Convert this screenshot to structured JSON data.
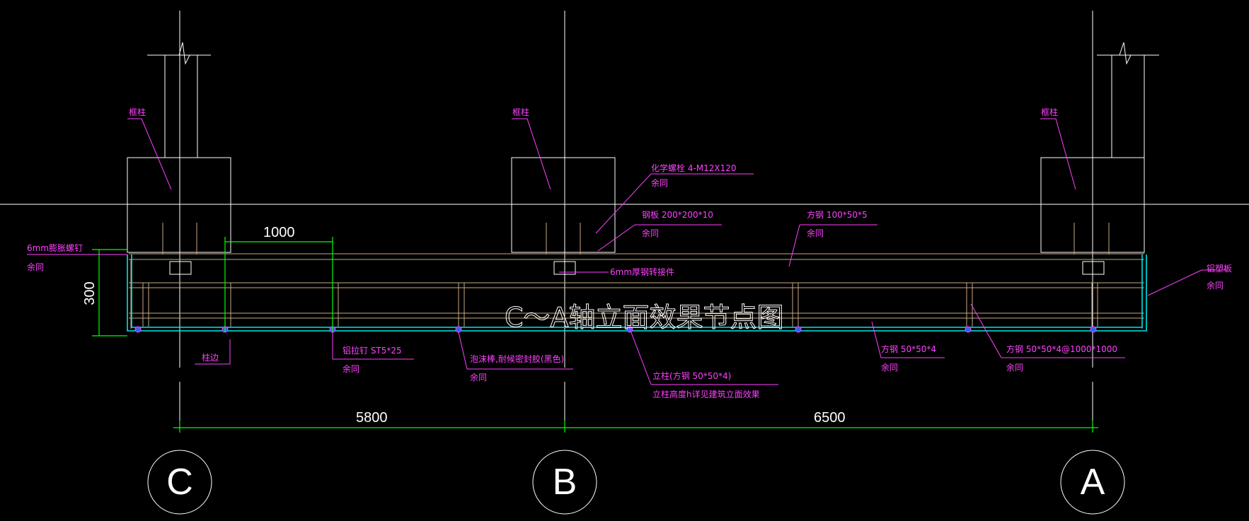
{
  "title": "C～A轴立面效果节点图",
  "dimensions": {
    "spacing_top": "1000",
    "height_left": "300",
    "span_cb": "5800",
    "span_ba": "6500"
  },
  "axes": [
    "C",
    "B",
    "A"
  ],
  "labels": {
    "column_c": "框柱",
    "column_b": "框柱",
    "column_a": "框柱",
    "anchor_bolt": "化学螺栓 4-M12X120",
    "anchor_bolt_same": "余同",
    "steel_plate": "钢板 200*200*10",
    "steel_plate_same": "余同",
    "square_tube_top": "方钢 100*50*5",
    "square_tube_top_same": "余同",
    "screw_left": "6mm膨胀螺钉",
    "screw_left_same": "余同",
    "weld_plate": "6mm厚钢转接件",
    "alu_plate": "铝塑板",
    "alu_plate_same": "余同",
    "column_edge": "柱边",
    "rivet": "铝拉钉 ST5*25",
    "rivet_same": "余同",
    "foam": "泡沫棒,耐候密封胶(黑色)",
    "foam_same": "余同",
    "post": "立柱(方钢 50*50*4)",
    "post_note": "立柱高度h详见建筑立面效果",
    "tube_small": "方钢 50*50*4",
    "tube_small_same": "余同",
    "tube_grid": "方钢 50*50*4@1000*1000",
    "tube_grid_same": "余同"
  },
  "colors": {
    "background": "#000000",
    "annotation": "#ff40ff",
    "dimension": "#00ff00",
    "panel": "#00e5e5",
    "steel": "#c8a882",
    "linework": "#ffffff"
  }
}
